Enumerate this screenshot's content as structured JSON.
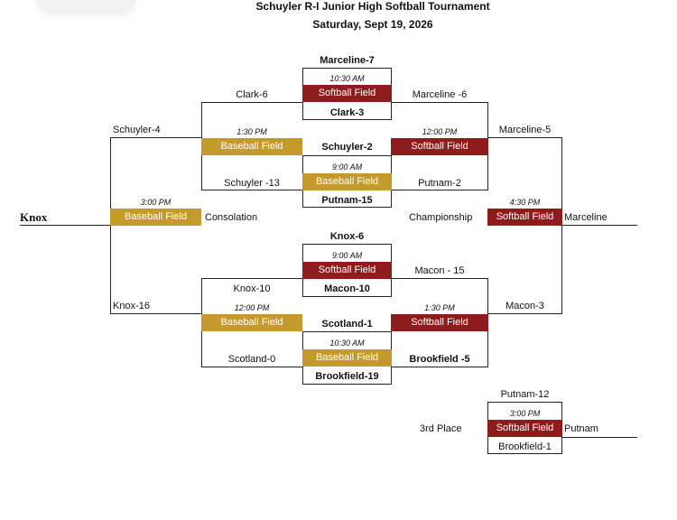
{
  "header": {
    "title": "Schuyler R-I Junior High Softball Tournament",
    "date": "Saturday, Sept 19, 2026"
  },
  "fields": {
    "baseball": "Baseball Field",
    "softball": "Softball Field"
  },
  "colors": {
    "baseball_field": "#c49a2c",
    "softball_field": "#8f1c1c"
  },
  "games": {
    "top_center": {
      "team_top": "Marceline-7",
      "time": "10:30 AM",
      "team_bottom": "Clark-3"
    },
    "upper_left": {
      "team_top": "Clark-6",
      "time": "1:30 PM",
      "team_bottom": "Schuyler -13"
    },
    "upper_mid": {
      "team_top": "Schuyler-2",
      "time": "9:00 AM",
      "team_bottom": "Putnam-15"
    },
    "upper_right": {
      "team_top": "Marceline -6",
      "time": "12:00 PM",
      "team_bottom": "Putnam-2"
    },
    "consolation": {
      "team_top": "Schuyler-4",
      "time": "3:00 PM",
      "team_bottom": "Knox-16",
      "label": "Consolation",
      "winner": "Knox"
    },
    "championship": {
      "team_top": "Marceline-5",
      "time": "4:30 PM",
      "team_bottom": "Macon-3",
      "label": "Championship",
      "winner": "Marceline"
    },
    "lower_center": {
      "team_top": "Knox-6",
      "time": "9:00 AM",
      "team_bottom": "Macon-10"
    },
    "lower_left": {
      "team_top": "Knox-10",
      "time": "12:00 PM",
      "team_bottom": "Scotland-0"
    },
    "lower_mid": {
      "team_top": "Scotland-1",
      "time": "10:30 AM",
      "team_bottom": "Brookfield-19"
    },
    "lower_right": {
      "team_top": "Macon - 15",
      "time": "1:30 PM",
      "team_bottom": "Brookfield -5"
    },
    "third_place": {
      "team_top": "Putnam-12",
      "time": "3:00 PM",
      "team_bottom": "Brookfield-1",
      "label": "3rd Place",
      "winner": "Putnam"
    }
  }
}
